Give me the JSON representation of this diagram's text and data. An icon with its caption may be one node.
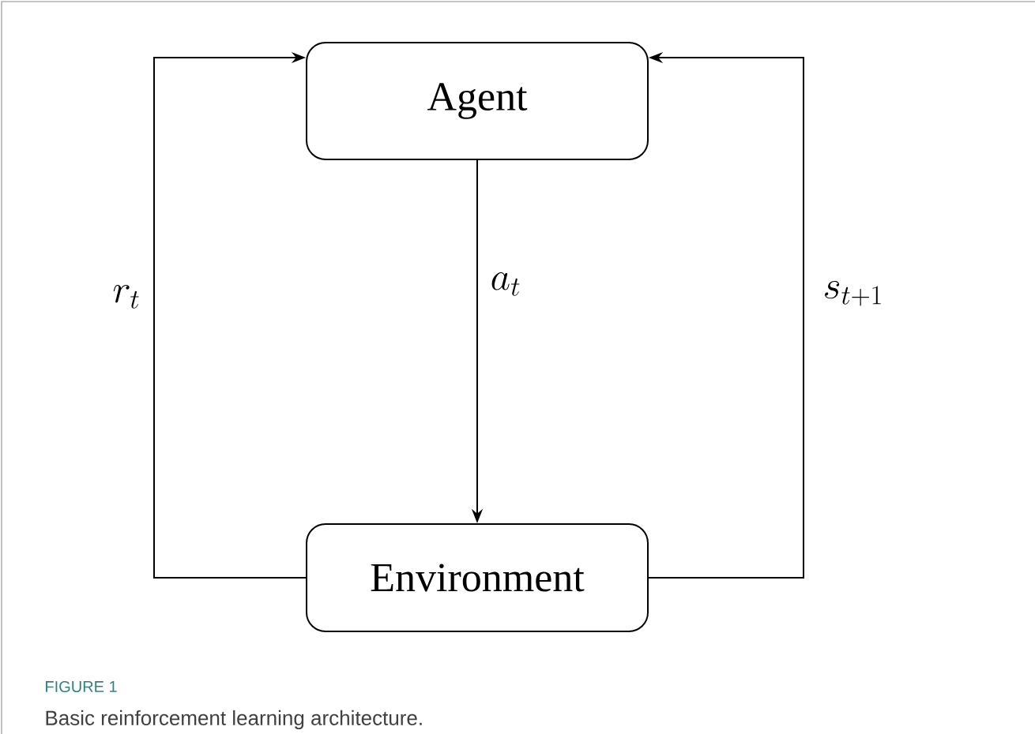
{
  "diagram": {
    "caption": "Basic reinforcement learning architecture.",
    "nodes": [
      {
        "text": [
          "Agent"
        ]
      },
      {
        "text": [
          "Environment"
        ]
      }
    ],
    "edges": [
      {
        "from": 0,
        "to": 1,
        "arrow": "to",
        "label": "a_t"
      },
      {
        "from": 1,
        "to": 0,
        "arrow": "to",
        "label": "r_t"
      },
      {
        "from": 1,
        "to": 0,
        "arrow": "to",
        "label": "s_{t+1}"
      }
    ],
    "labels": [
      "FIGURE 1"
    ]
  }
}
